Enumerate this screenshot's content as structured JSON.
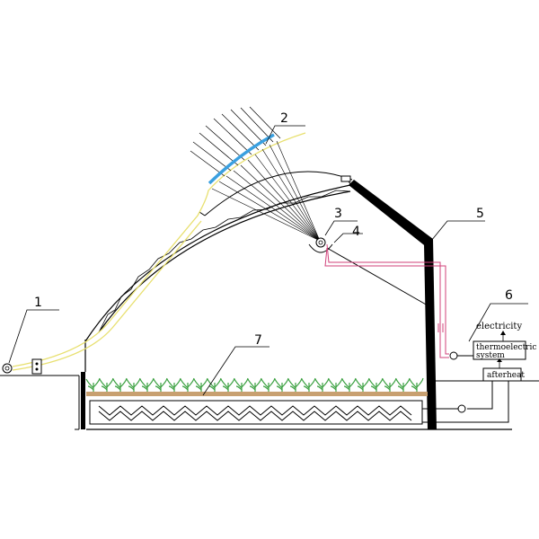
{
  "diagram": {
    "labels": {
      "n1": "1",
      "n2": "2",
      "n3": "3",
      "n4": "4",
      "n5": "5",
      "n6": "6",
      "n7": "7"
    },
    "boxes": {
      "thermoelectric_line1": "thermoelectric",
      "thermoelectric_line2": "system",
      "afterheat": "afterheat"
    },
    "texts": {
      "electricity": "electricity"
    },
    "colors": {
      "structure": "#000000",
      "cable": "#e8e070",
      "mirror": "#3aa0e0",
      "pipe": "#d0407a",
      "soil": "#c8a070",
      "plants": "#3aa040"
    }
  }
}
